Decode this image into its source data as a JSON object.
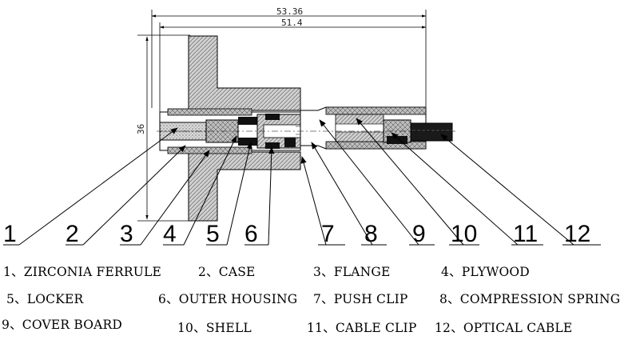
{
  "dimensions": {
    "overall_length": "53.36",
    "inner_length": "51.4",
    "flange_height": "36"
  },
  "callouts": [
    "1",
    "2",
    "3",
    "4",
    "5",
    "6",
    "7",
    "8",
    "9",
    "10",
    "11",
    "12"
  ],
  "legend": [
    {
      "number": "1",
      "text": "1、ZIRCONIA FERRULE"
    },
    {
      "number": "2",
      "text": "2、CASE"
    },
    {
      "number": "3",
      "text": "3、FLANGE"
    },
    {
      "number": "4",
      "text": "4、PLYWOOD"
    },
    {
      "number": "5",
      "text": "5、LOCKER"
    },
    {
      "number": "6",
      "text": "6、OUTER HOUSING"
    },
    {
      "number": "7",
      "text": "7、PUSH CLIP"
    },
    {
      "number": "8",
      "text": "8、COMPRESSION SPRING"
    },
    {
      "number": "9",
      "text": "9、COVER BOARD"
    },
    {
      "number": "10",
      "text": "10、SHELL"
    },
    {
      "number": "11",
      "text": "11、CABLE CLIP"
    },
    {
      "number": "12",
      "text": "12、OPTICAL CABLE"
    }
  ]
}
